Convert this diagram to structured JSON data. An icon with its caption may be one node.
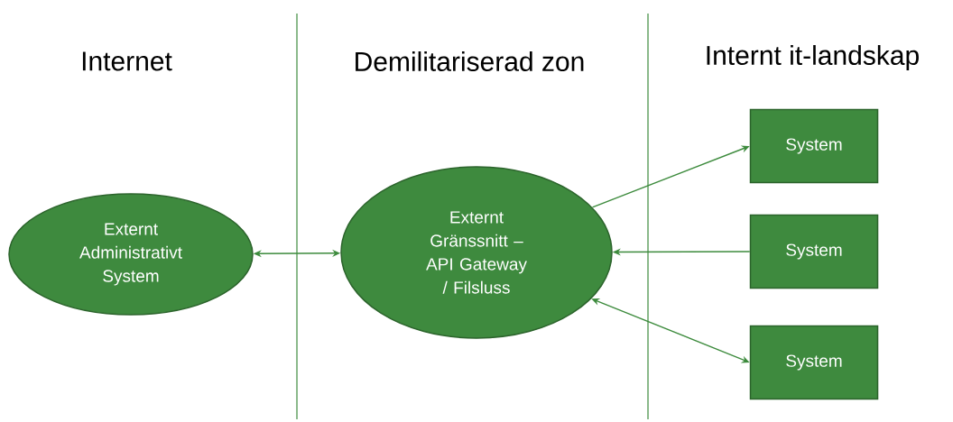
{
  "diagram": {
    "nodes": [
      {
        "text": [
          "Externt Administrativt System"
        ]
      },
      {
        "text": [
          "Externt Gränssnitt – API Gateway / Filsluss"
        ]
      },
      {
        "text": [
          "System"
        ]
      },
      {
        "text": [
          "System"
        ]
      },
      {
        "text": [
          "System"
        ]
      }
    ],
    "edges": [
      {
        "from": 0,
        "to": 1,
        "arrow": "both"
      },
      {
        "from": 1,
        "to": 2,
        "arrow": "to"
      },
      {
        "from": 3,
        "to": 1,
        "arrow": "to"
      },
      {
        "from": 1,
        "to": 4,
        "arrow": "both"
      }
    ],
    "labels": [
      "Internet",
      "Demilitariserad zon",
      "Internt it-landskap"
    ]
  }
}
